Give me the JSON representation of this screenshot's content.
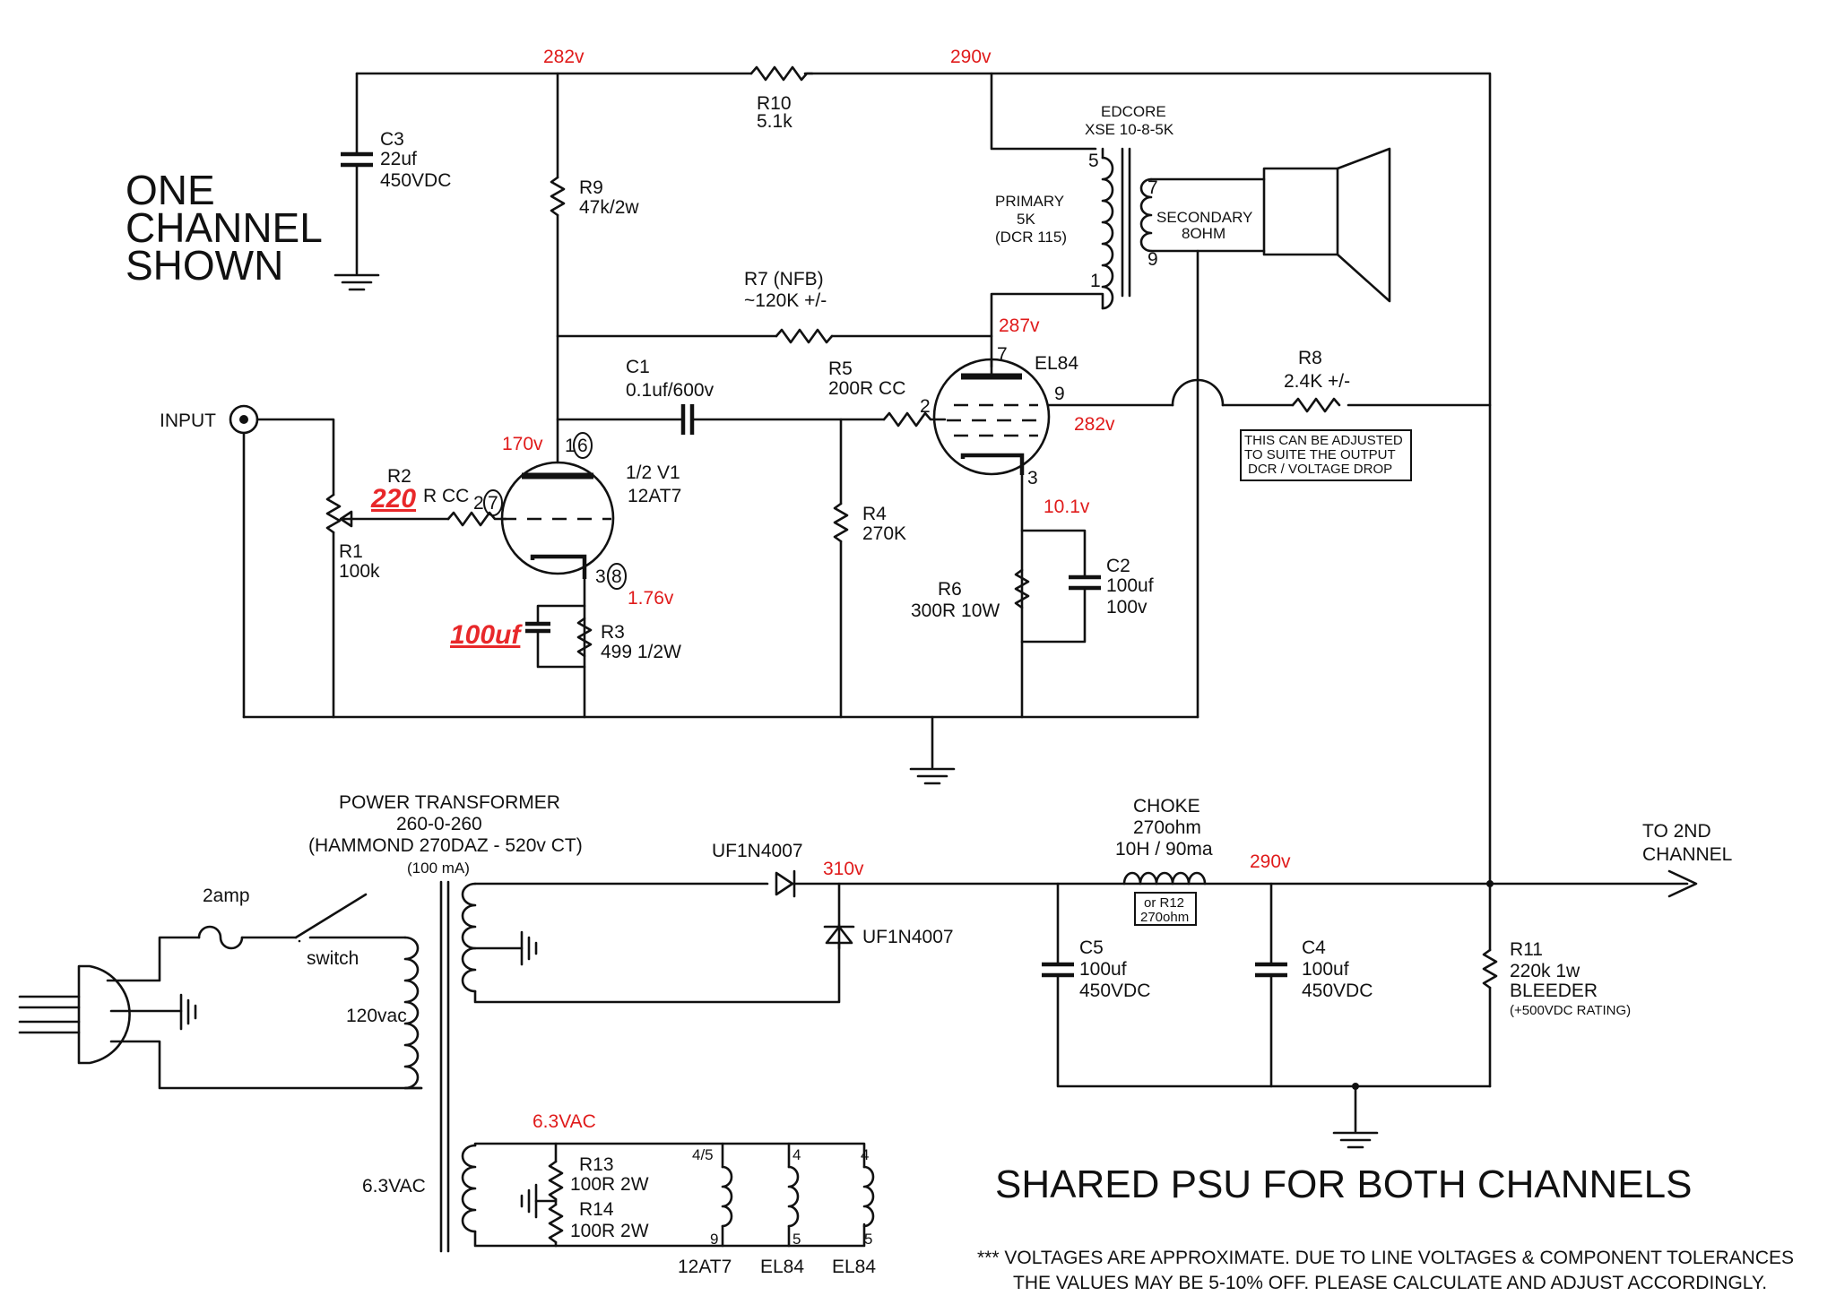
{
  "heading": {
    "line1": "ONE",
    "line2": "CHANNEL",
    "line3": "SHOWN"
  },
  "psu_heading": "SHARED PSU FOR BOTH CHANNELS",
  "footnote": {
    "line1": "*** VOLTAGES ARE APPROXIMATE. DUE TO LINE VOLTAGES & COMPONENT TOLERANCES",
    "line2": "THE VALUES MAY BE 5-10% OFF. PLEASE CALCULATE AND ADJUST ACCORDINGLY."
  },
  "input_label": "INPUT",
  "to_2nd_channel": {
    "line1": "TO 2ND",
    "line2": "CHANNEL"
  },
  "voltages": {
    "v282_top": "282v",
    "v290_top": "290v",
    "v287": "287v",
    "v282_g2": "282v",
    "v170": "170v",
    "v1_76": "1.76v",
    "v10_1": "10.1v",
    "v310": "310v",
    "v290_psu": "290v",
    "v6_3": "6.3VAC"
  },
  "components": {
    "c3": {
      "ref": "C3",
      "val1": "22uf",
      "val2": "450VDC"
    },
    "r10": {
      "ref": "R10",
      "val": "5.1k"
    },
    "r9": {
      "ref": "R9",
      "val": "47k/2w"
    },
    "ot": {
      "make": "EDCORE",
      "model": "XSE 10-8-5K",
      "primary1": "PRIMARY",
      "primary2": "5K",
      "primary3": "(DCR 115)",
      "secondary1": "SECONDARY",
      "secondary2": "8OHM",
      "pin5": "5",
      "pin1": "1",
      "pin7": "7",
      "pin9": "9"
    },
    "r7": {
      "ref": "R7 (NFB)",
      "val": "~120K +/-"
    },
    "c1": {
      "ref": "C1",
      "val": "0.1uf/600v"
    },
    "r5": {
      "ref": "R5",
      "val": "200R CC"
    },
    "el84": {
      "name": "EL84",
      "pin7": "7",
      "pin9": "9",
      "pin2": "2",
      "pin3": "3"
    },
    "r8": {
      "ref": "R8",
      "val": "2.4K +/-",
      "note1": "THIS CAN BE ADJUSTED",
      "note2": "TO SUITE THE OUTPUT",
      "note3": "DCR / VOLTAGE DROP"
    },
    "v1": {
      "name1": "1/2 V1",
      "name2": "12AT7",
      "pin1": "1",
      "pin6": "6",
      "pin2": "2",
      "pin7": "7",
      "pin3": "3",
      "pin8": "8"
    },
    "r2": {
      "ref": "R2",
      "val_red": "220",
      "val": "R CC"
    },
    "r1": {
      "ref": "R1",
      "val": "100k"
    },
    "r4": {
      "ref": "R4",
      "val": "270K"
    },
    "c2": {
      "ref": "C2",
      "val1": "100uf",
      "val2": "100v"
    },
    "r6": {
      "ref": "R6",
      "val": "300R 10W"
    },
    "r3": {
      "ref": "R3",
      "val": "499 1/2W"
    },
    "ck_red": "100uf",
    "pt": {
      "line1": "POWER TRANSFORMER",
      "line2": "260-0-260",
      "line3": "(HAMMOND 270DAZ - 520v CT)",
      "line4": "(100 mA)"
    },
    "fuse": "2amp",
    "switch": "switch",
    "mains": "120vac",
    "heater_v": "6.3VAC",
    "d1": "UF1N4007",
    "d2": "UF1N4007",
    "choke": {
      "line1": "CHOKE",
      "line2": "270ohm",
      "line3": "10H / 90ma",
      "alt1": "or R12",
      "alt2": "270ohm"
    },
    "c5": {
      "ref": "C5",
      "val1": "100uf",
      "val2": "450VDC"
    },
    "c4": {
      "ref": "C4",
      "val1": "100uf",
      "val2": "450VDC"
    },
    "r11": {
      "ref": "R11",
      "val": "220k 1w",
      "val2": "BLEEDER",
      "val3": "(+500VDC RATING)"
    },
    "r13": {
      "ref": "R13",
      "val": "100R 2W"
    },
    "r14": {
      "ref": "R14",
      "val": "100R 2W"
    },
    "heaters": {
      "tube1": "12AT7",
      "tube2": "EL84",
      "tube3": "EL84",
      "pin45": "4/5",
      "pin9": "9",
      "pin4a": "4",
      "pin5a": "5",
      "pin4b": "4",
      "pin5b": "5"
    }
  }
}
